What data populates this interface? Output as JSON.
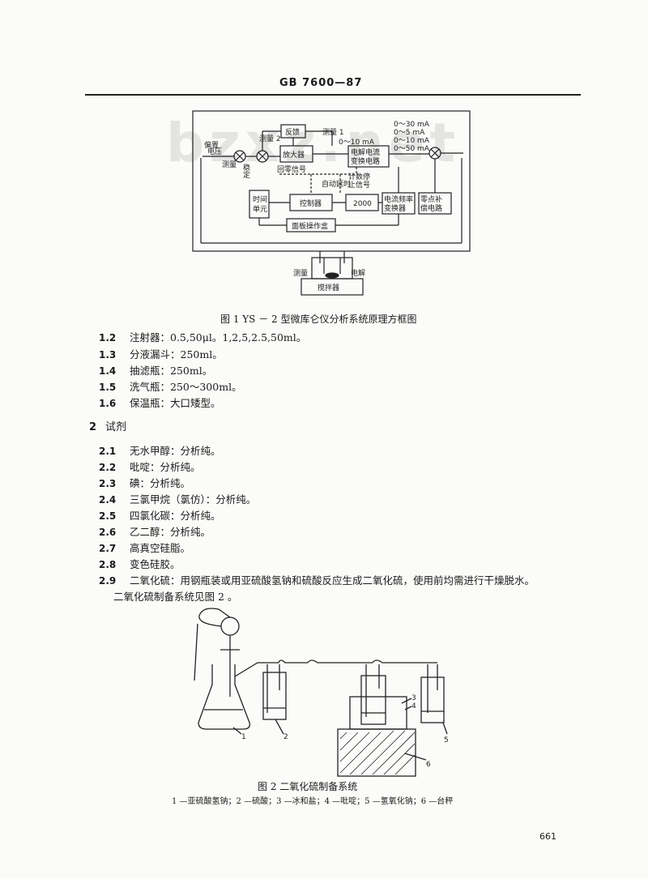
{
  "header": {
    "standard_code": "GB 7600—87"
  },
  "watermark": "bzxz.net",
  "figure1": {
    "caption": "图 1   YS － 2 型微库仑仪分析系统原理方框图",
    "labels": {
      "feedback": "反馈",
      "amplifier": "放大器",
      "range_switch": "电解电流\n变换电路",
      "range_opts": [
        "0～30 mA",
        "0～5 mA",
        "0～10 mA",
        "0～50 mA"
      ],
      "sub_range": "0～10 mA",
      "measure1": "测量 1",
      "measure2": "测量 2",
      "offset": "偏置\n电压",
      "measure_left": "测量",
      "stable": "稳\n定",
      "zero_signal": "回零信号",
      "auto_delay": "自动延时",
      "count_stop": "计数停\n止信号",
      "time_unit": "时间\n单元",
      "controller": "控制器",
      "counter": "2000",
      "conv": "电流频率\n变换器",
      "zero_comp": "零点补\n偿电路",
      "panel": "面板操作盒",
      "cell_measure": "测量",
      "cell_electro": "电解",
      "stirrer": "搅拌器"
    }
  },
  "items_1": [
    {
      "num": "1.2",
      "text": "注射器：0.5,50μl。1,2,5,2.5,50ml。"
    },
    {
      "num": "1.3",
      "text": "分液漏斗：250ml。"
    },
    {
      "num": "1.4",
      "text": "抽滤瓶：250ml。"
    },
    {
      "num": "1.5",
      "text": "洗气瓶：250～300ml。"
    },
    {
      "num": "1.6",
      "text": "保温瓶：大口矮型。"
    }
  ],
  "section2": {
    "num": "2",
    "title": "试剂"
  },
  "items_2": [
    {
      "num": "2.1",
      "text": "无水甲醇：分析纯。"
    },
    {
      "num": "2.2",
      "text": "吡啶：分析纯。"
    },
    {
      "num": "2.3",
      "text": "碘：分析纯。"
    },
    {
      "num": "2.4",
      "text": "三氯甲烷（氯仿）：分析纯。"
    },
    {
      "num": "2.5",
      "text": "四氯化碳：分析纯。"
    },
    {
      "num": "2.6",
      "text": "乙二醇：分析纯。"
    },
    {
      "num": "2.7",
      "text": "高真空硅脂。"
    },
    {
      "num": "2.8",
      "text": "变色硅胶。"
    },
    {
      "num": "2.9",
      "text": "二氧化硫：用钢瓶装或用亚硫酸氢钠和硫酸反应生成二氧化硫，使用前均需进行干燥脱水。"
    }
  ],
  "item_2_9_cont": "二氧化硫制备系统见图 2 。",
  "figure2": {
    "caption": "图 2   二氧化硫制备系统",
    "legend": "1 —亚硫酸氢钠；2 —硫酸；3 —冰和盐；4 —吡啶；5 —氢氧化钠；6 —台秤",
    "numbers": [
      "1",
      "2",
      "3",
      "4",
      "5",
      "6"
    ]
  },
  "page_number": "661"
}
